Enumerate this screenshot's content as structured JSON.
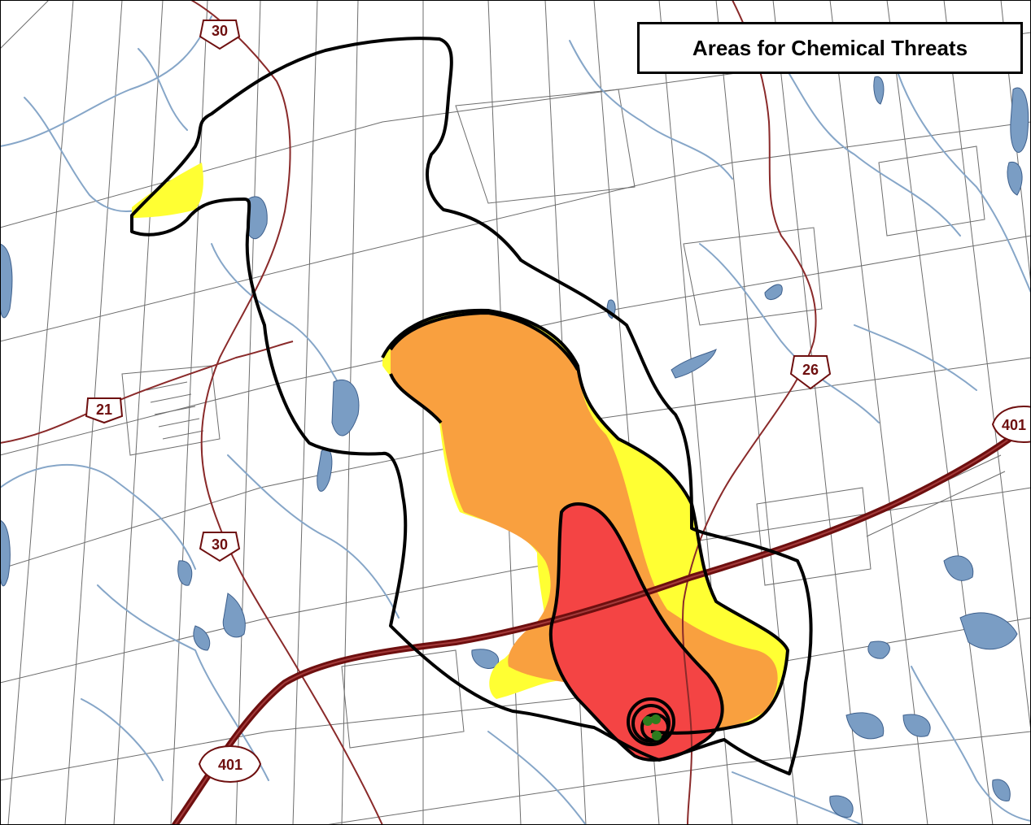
{
  "map": {
    "title": "Areas for Chemical Threats",
    "colors": {
      "background": "#ffffff",
      "parcel_lines": "#6d6d6d",
      "streams": "#86a6c8",
      "water": "#7a9dc4",
      "roads": "#8a2a2a",
      "highway": "#6e0f0f",
      "zone_yellow": "#ffff33",
      "zone_orange": "#f9a03f",
      "zone_red": "#f44444",
      "zone_outline": "#000000",
      "source_points": "#2e7d1e"
    },
    "route_shields": [
      {
        "label": "30"
      },
      {
        "label": "21"
      },
      {
        "label": "30"
      },
      {
        "label": "26"
      },
      {
        "label": "401"
      },
      {
        "label": "401"
      }
    ]
  }
}
